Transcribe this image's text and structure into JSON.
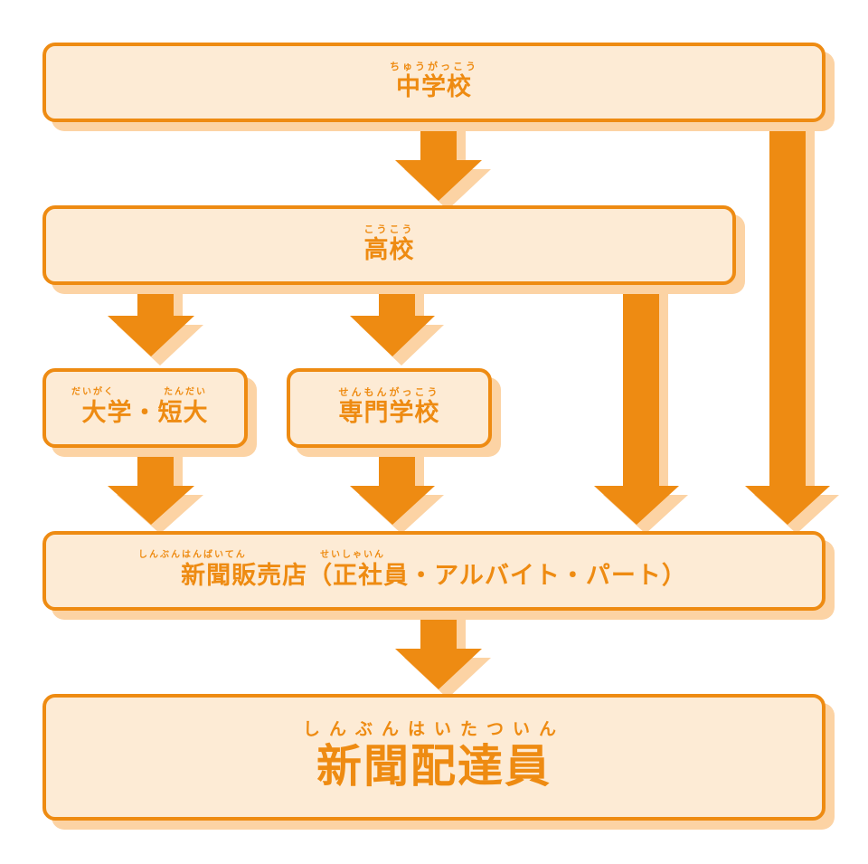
{
  "colors": {
    "accent": "#ee8b12",
    "box_fill": "#fdebd5",
    "shadow": "#fcd3a4"
  },
  "nodes": {
    "junior_high": {
      "ruby": "ちゅうがっこう",
      "label": "中学校"
    },
    "high_school": {
      "ruby": "こうこう",
      "label": "高校"
    },
    "university": {
      "ruby_a": "だいがく",
      "ruby_b": "たんだい",
      "label": "大学・短大"
    },
    "vocational": {
      "ruby": "せんもんがっこう",
      "label": "専門学校"
    },
    "newsagent": {
      "ruby_a": "しんぶんはんばいてん",
      "ruby_b": "せいしゃいん",
      "label": "新聞販売店（正社員・アルバイト・パート）"
    },
    "carrier": {
      "ruby": "しんぶんはいたついん",
      "label": "新聞配達員"
    }
  }
}
